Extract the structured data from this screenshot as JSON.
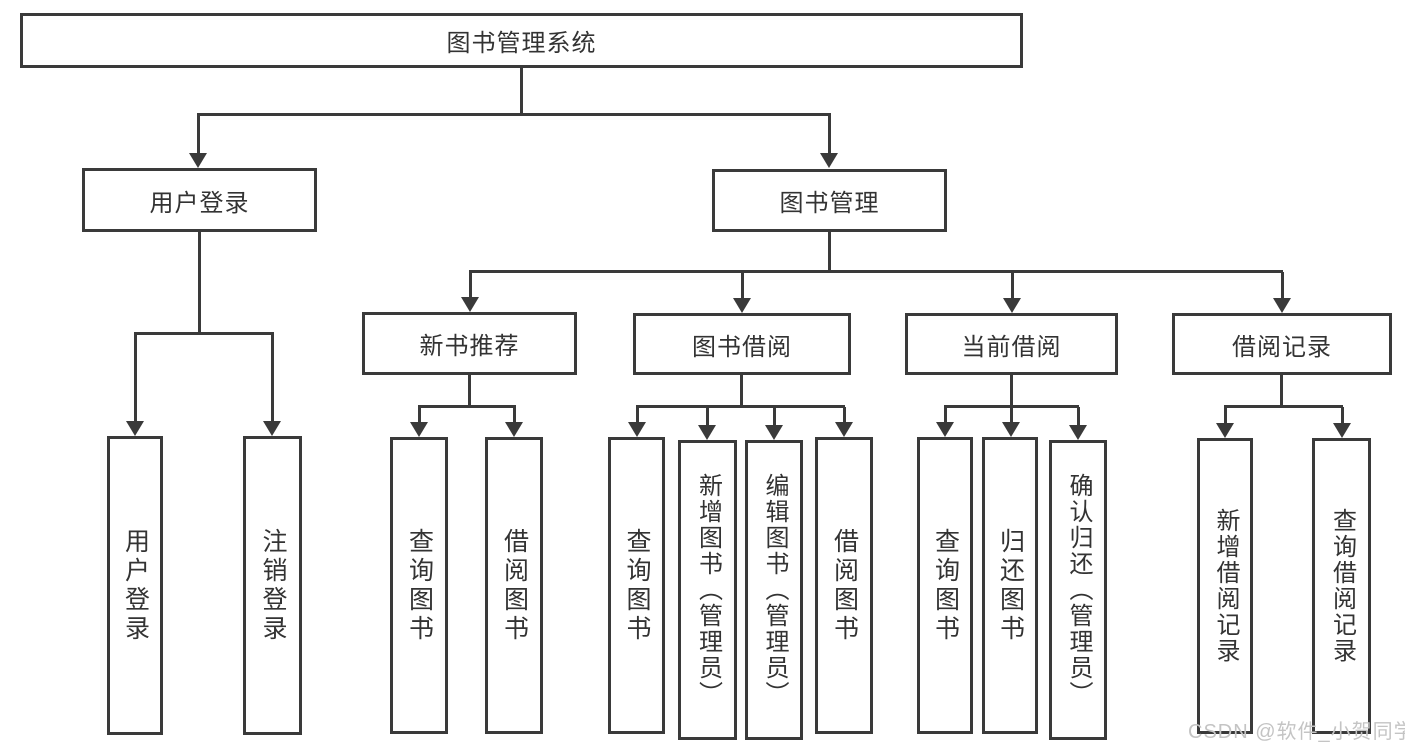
{
  "nodes": {
    "root": "图书管理系统",
    "login": "用户登录",
    "mgmt": "图书管理",
    "recommend": "新书推荐",
    "borrow": "图书借阅",
    "current": "当前借阅",
    "records": "借阅记录"
  },
  "leaves": {
    "login": [
      "用户登录",
      "注销登录"
    ],
    "recommend": [
      "查询图书",
      "借阅图书"
    ],
    "borrow": [
      "查询图书",
      "新增图书（管理员）",
      "编辑图书（管理员）",
      "借阅图书"
    ],
    "current": [
      "查询图书",
      "归还图书",
      "确认归还（管理员）"
    ],
    "records": [
      "新增借阅记录",
      "查询借阅记录"
    ]
  },
  "colors": {
    "line": "#3a3a3a",
    "text": "#333333",
    "watermark": "#c4c4c4"
  },
  "watermark": "CSDN @软件_小贺同学"
}
